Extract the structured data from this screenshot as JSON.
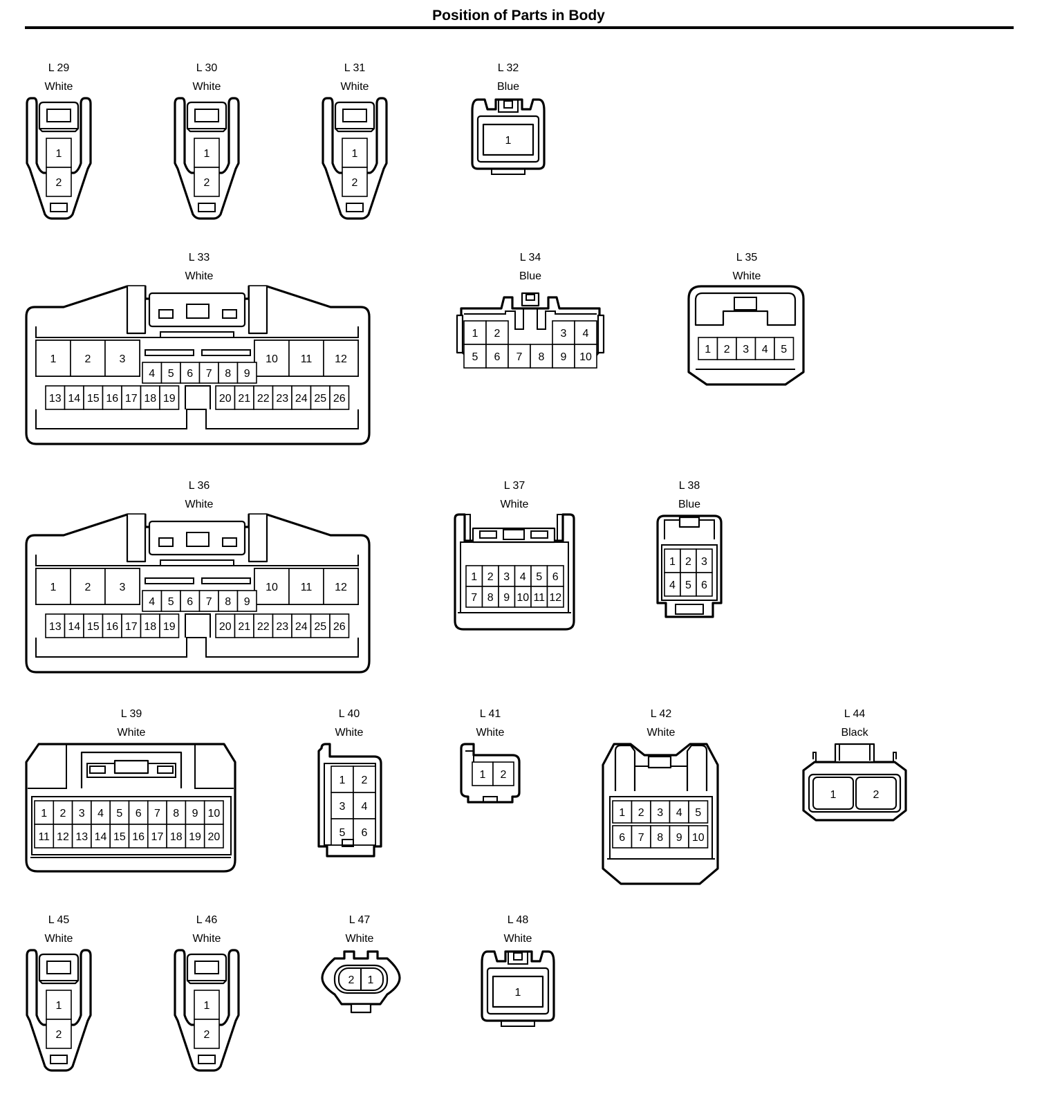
{
  "title": "Position of Parts in Body",
  "connectors": [
    {
      "id": "L 29",
      "color": "White",
      "pins": [
        "1",
        "2"
      ]
    },
    {
      "id": "L 30",
      "color": "White",
      "pins": [
        "1",
        "2"
      ]
    },
    {
      "id": "L 31",
      "color": "White",
      "pins": [
        "1",
        "2"
      ]
    },
    {
      "id": "L 32",
      "color": "Blue",
      "pins": [
        "1"
      ]
    },
    {
      "id": "L 33",
      "color": "White",
      "pins": [
        "1",
        "2",
        "3",
        "4",
        "5",
        "6",
        "7",
        "8",
        "9",
        "10",
        "11",
        "12",
        "13",
        "14",
        "15",
        "16",
        "17",
        "18",
        "19",
        "20",
        "21",
        "22",
        "23",
        "24",
        "25",
        "26"
      ]
    },
    {
      "id": "L 34",
      "color": "Blue",
      "pins": [
        "1",
        "2",
        "3",
        "4",
        "5",
        "6",
        "7",
        "8",
        "9",
        "10"
      ]
    },
    {
      "id": "L 35",
      "color": "White",
      "pins": [
        "1",
        "2",
        "3",
        "4",
        "5"
      ]
    },
    {
      "id": "L 36",
      "color": "White",
      "pins": [
        "1",
        "2",
        "3",
        "4",
        "5",
        "6",
        "7",
        "8",
        "9",
        "10",
        "11",
        "12",
        "13",
        "14",
        "15",
        "16",
        "17",
        "18",
        "19",
        "20",
        "21",
        "22",
        "23",
        "24",
        "25",
        "26"
      ]
    },
    {
      "id": "L 37",
      "color": "White",
      "pins": [
        "1",
        "2",
        "3",
        "4",
        "5",
        "6",
        "7",
        "8",
        "9",
        "10",
        "11",
        "12"
      ]
    },
    {
      "id": "L 38",
      "color": "Blue",
      "pins": [
        "1",
        "2",
        "3",
        "4",
        "5",
        "6"
      ]
    },
    {
      "id": "L 39",
      "color": "White",
      "pins": [
        "1",
        "2",
        "3",
        "4",
        "5",
        "6",
        "7",
        "8",
        "9",
        "10",
        "11",
        "12",
        "13",
        "14",
        "15",
        "16",
        "17",
        "18",
        "19",
        "20"
      ]
    },
    {
      "id": "L 40",
      "color": "White",
      "pins": [
        "1",
        "2",
        "3",
        "4",
        "5",
        "6"
      ]
    },
    {
      "id": "L 41",
      "color": "White",
      "pins": [
        "1",
        "2"
      ]
    },
    {
      "id": "L 42",
      "color": "White",
      "pins": [
        "1",
        "2",
        "3",
        "4",
        "5",
        "6",
        "7",
        "8",
        "9",
        "10"
      ]
    },
    {
      "id": "L 44",
      "color": "Black",
      "pins": [
        "1",
        "2"
      ]
    },
    {
      "id": "L 45",
      "color": "White",
      "pins": [
        "1",
        "2"
      ]
    },
    {
      "id": "L 46",
      "color": "White",
      "pins": [
        "1",
        "2"
      ]
    },
    {
      "id": "L 47",
      "color": "White",
      "pins": [
        "2",
        "1"
      ]
    },
    {
      "id": "L 48",
      "color": "White",
      "pins": [
        "1"
      ]
    }
  ]
}
